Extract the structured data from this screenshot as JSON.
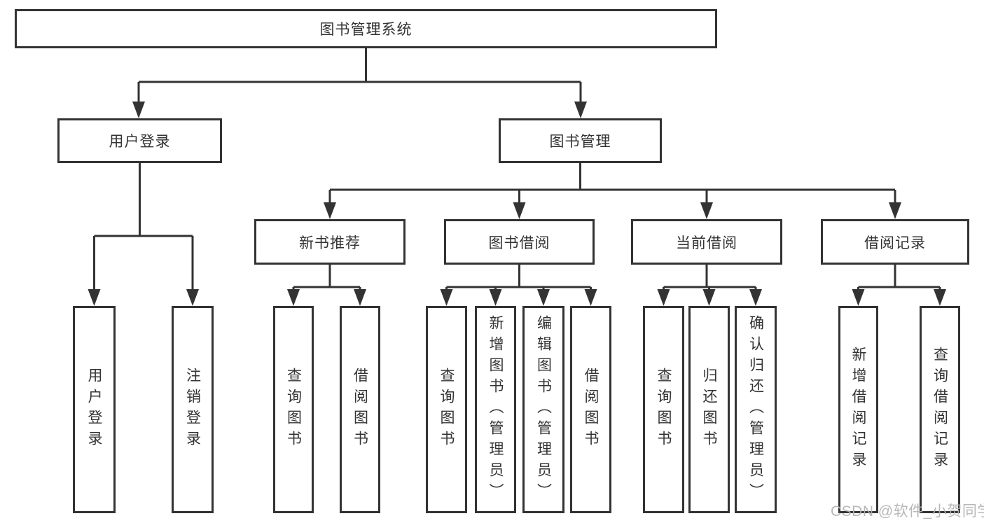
{
  "diagram_type": "hierarchy-tree",
  "colors": {
    "line": "#333333",
    "border": "#333333",
    "text": "#333333",
    "box_background": "#ffffff",
    "watermark": "#b3b3b3"
  },
  "watermark": "CSDN @软件_小贺同学",
  "tree": {
    "label": "图书管理系统",
    "children": [
      {
        "label": "用户登录",
        "children": [
          {
            "label": "用户登录"
          },
          {
            "label": "注销登录"
          }
        ]
      },
      {
        "label": "图书管理",
        "children": [
          {
            "label": "新书推荐",
            "children": [
              {
                "label": "查询图书"
              },
              {
                "label": "借阅图书"
              }
            ]
          },
          {
            "label": "图书借阅",
            "children": [
              {
                "label": "查询图书"
              },
              {
                "label": "新增图书（管理员）"
              },
              {
                "label": "编辑图书（管理员）"
              },
              {
                "label": "借阅图书"
              }
            ]
          },
          {
            "label": "当前借阅",
            "children": [
              {
                "label": "查询图书"
              },
              {
                "label": "归还图书"
              },
              {
                "label": "确认归还（管理员）"
              }
            ]
          },
          {
            "label": "借阅记录",
            "children": [
              {
                "label": "新增借阅记录"
              },
              {
                "label": "查询借阅记录"
              }
            ]
          }
        ]
      }
    ]
  }
}
